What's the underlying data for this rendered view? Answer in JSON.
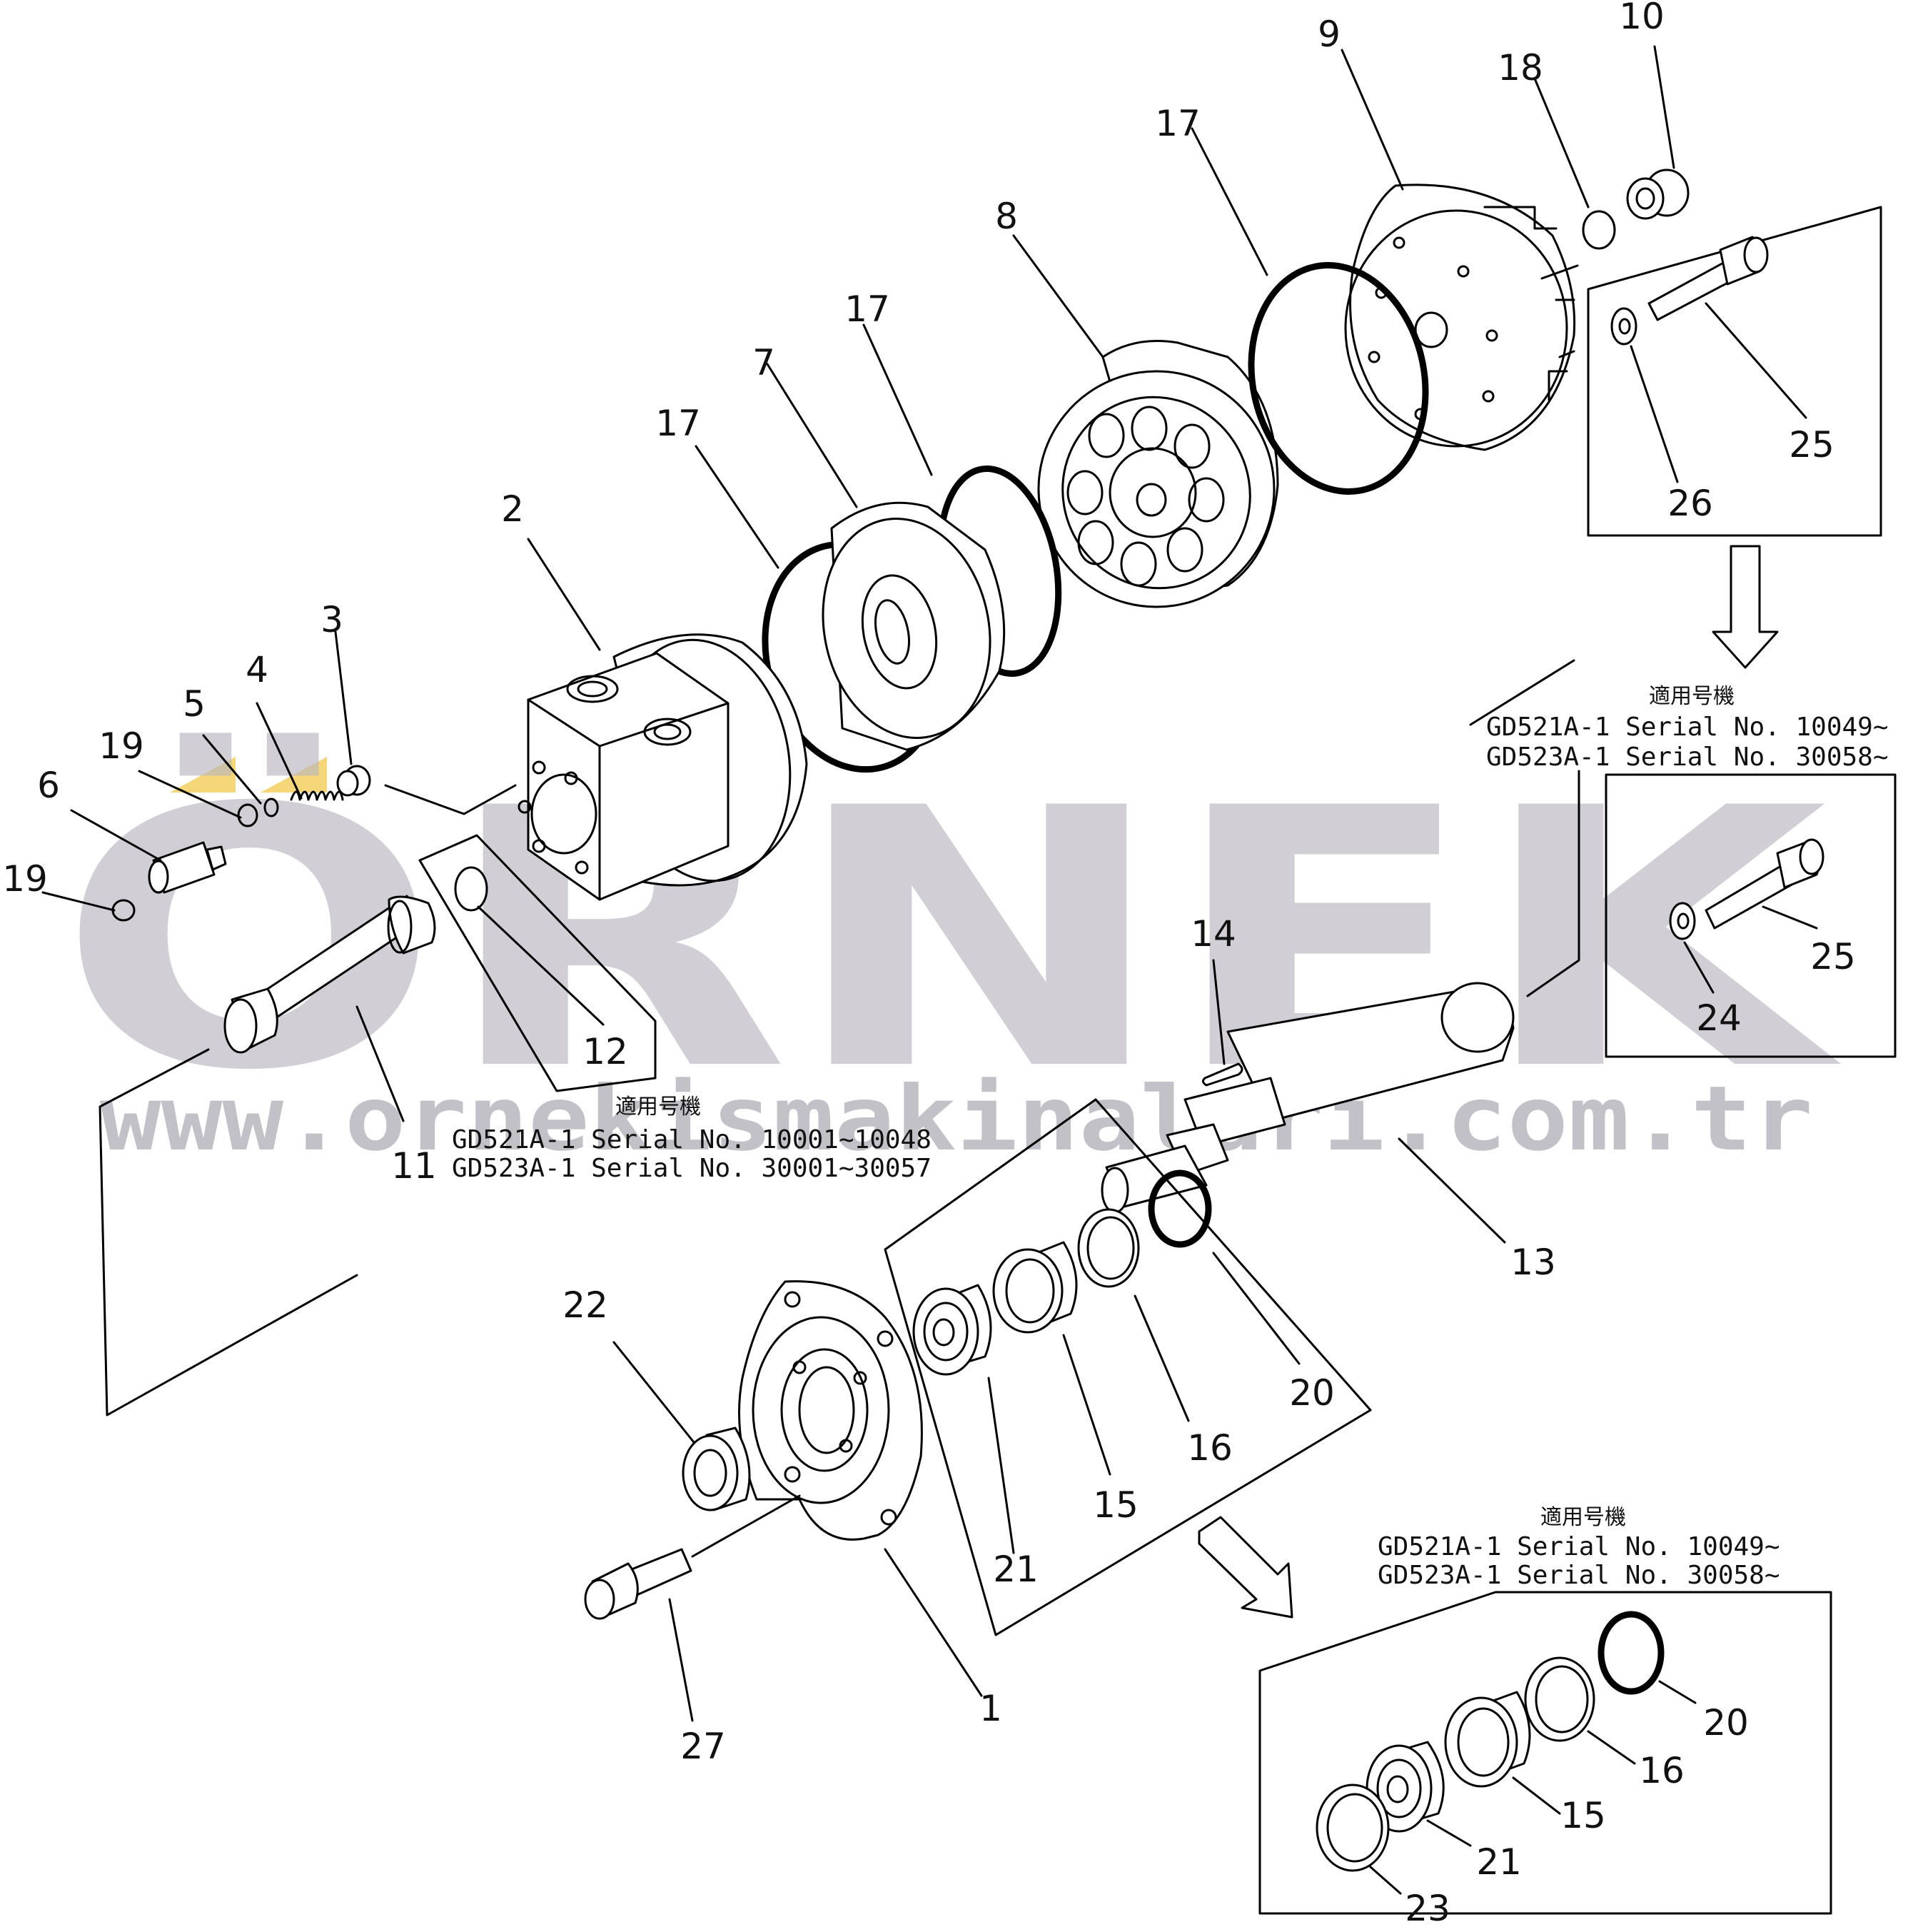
{
  "diagram": {
    "part_labels": [
      "1",
      "2",
      "3",
      "4",
      "5",
      "6",
      "7",
      "8",
      "9",
      "10",
      "11",
      "12",
      "13",
      "14",
      "15",
      "16",
      "17",
      "18",
      "19",
      "20",
      "21",
      "22",
      "23",
      "24",
      "25",
      "26",
      "27"
    ],
    "callouts": {
      "c10": "10",
      "c9": "9",
      "c18": "18",
      "c17a": "17",
      "c8": "8",
      "c17b": "17",
      "c7": "7",
      "c17c": "17",
      "c2": "2",
      "c3": "3",
      "c4": "4",
      "c5": "5",
      "c19a": "19",
      "c6": "6",
      "c19b": "19",
      "c12": "12",
      "c11": "11",
      "c25a": "25",
      "c26": "26",
      "c25b": "25",
      "c24": "24",
      "c14": "14",
      "c13": "13",
      "c20a": "20",
      "c16a": "16",
      "c15a": "15",
      "c21a": "21",
      "c22": "22",
      "c27": "27",
      "c1": "1",
      "c20b": "20",
      "c16b": "16",
      "c15b": "15",
      "c21b": "21",
      "c23": "23"
    }
  },
  "notes": {
    "top_right": {
      "heading": "適用号機",
      "line1": "GD521A-1 Serial No. 10049~",
      "line2": "GD523A-1 Serial No. 30058~"
    },
    "middle": {
      "heading": "適用号機",
      "line1": "GD521A-1 Serial No. 10001~10048",
      "line2": "GD523A-1 Serial No. 30001~30057"
    },
    "bottom_right": {
      "heading": "適用号機",
      "line1": "GD521A-1 Serial No. 10049~",
      "line2": "GD523A-1 Serial No. 30058~"
    }
  },
  "watermark": {
    "brand": "ÖRNEK",
    "url": "www.ornekismakinalari.com.tr",
    "accent_color": "#f2c84b",
    "text_color": "#b9b6c0"
  }
}
